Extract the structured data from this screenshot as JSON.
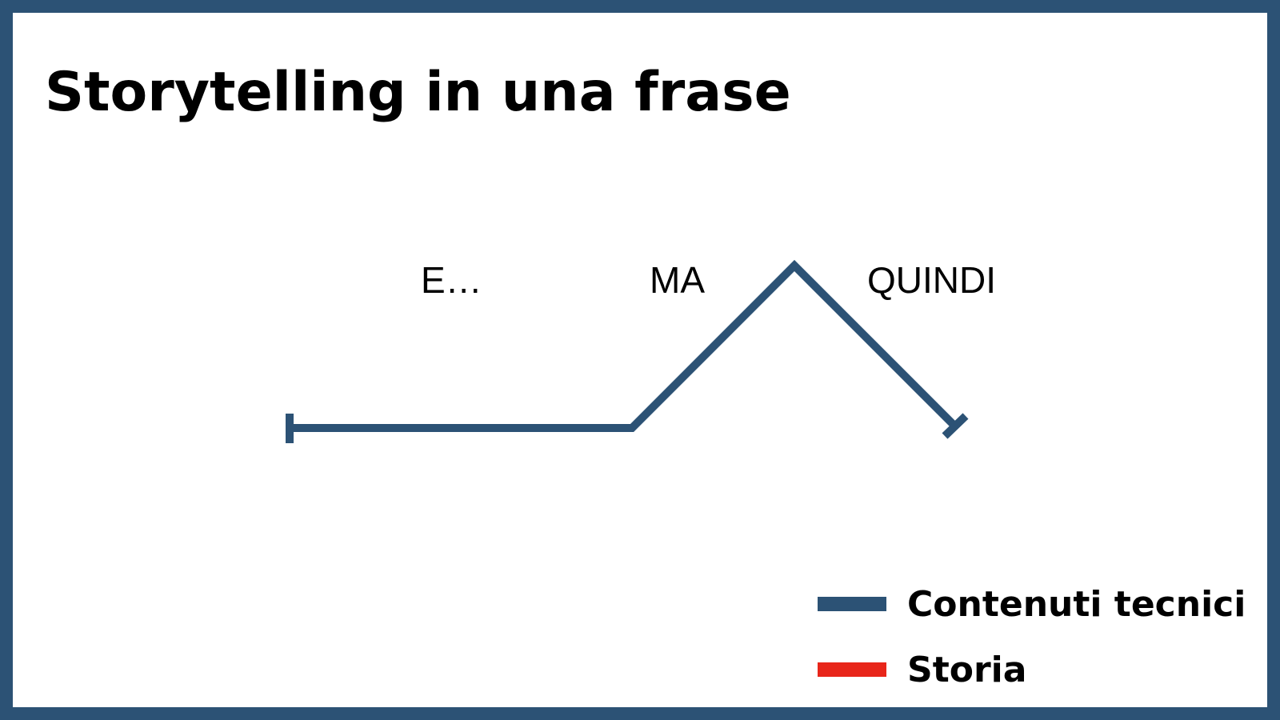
{
  "slide": {
    "title": "Storytelling in una frase"
  },
  "diagram": {
    "stages": [
      {
        "label": "E…"
      },
      {
        "label": "MA"
      },
      {
        "label": "QUINDI"
      }
    ]
  },
  "legend": {
    "items": [
      {
        "label": "Contenuti tecnici",
        "color": "#2c5275"
      },
      {
        "label": "Storia",
        "color": "#e8261a"
      }
    ]
  },
  "colors": {
    "frame": "#2c5275",
    "line": "#2c5275",
    "accent": "#e8261a",
    "background": "#ffffff"
  }
}
